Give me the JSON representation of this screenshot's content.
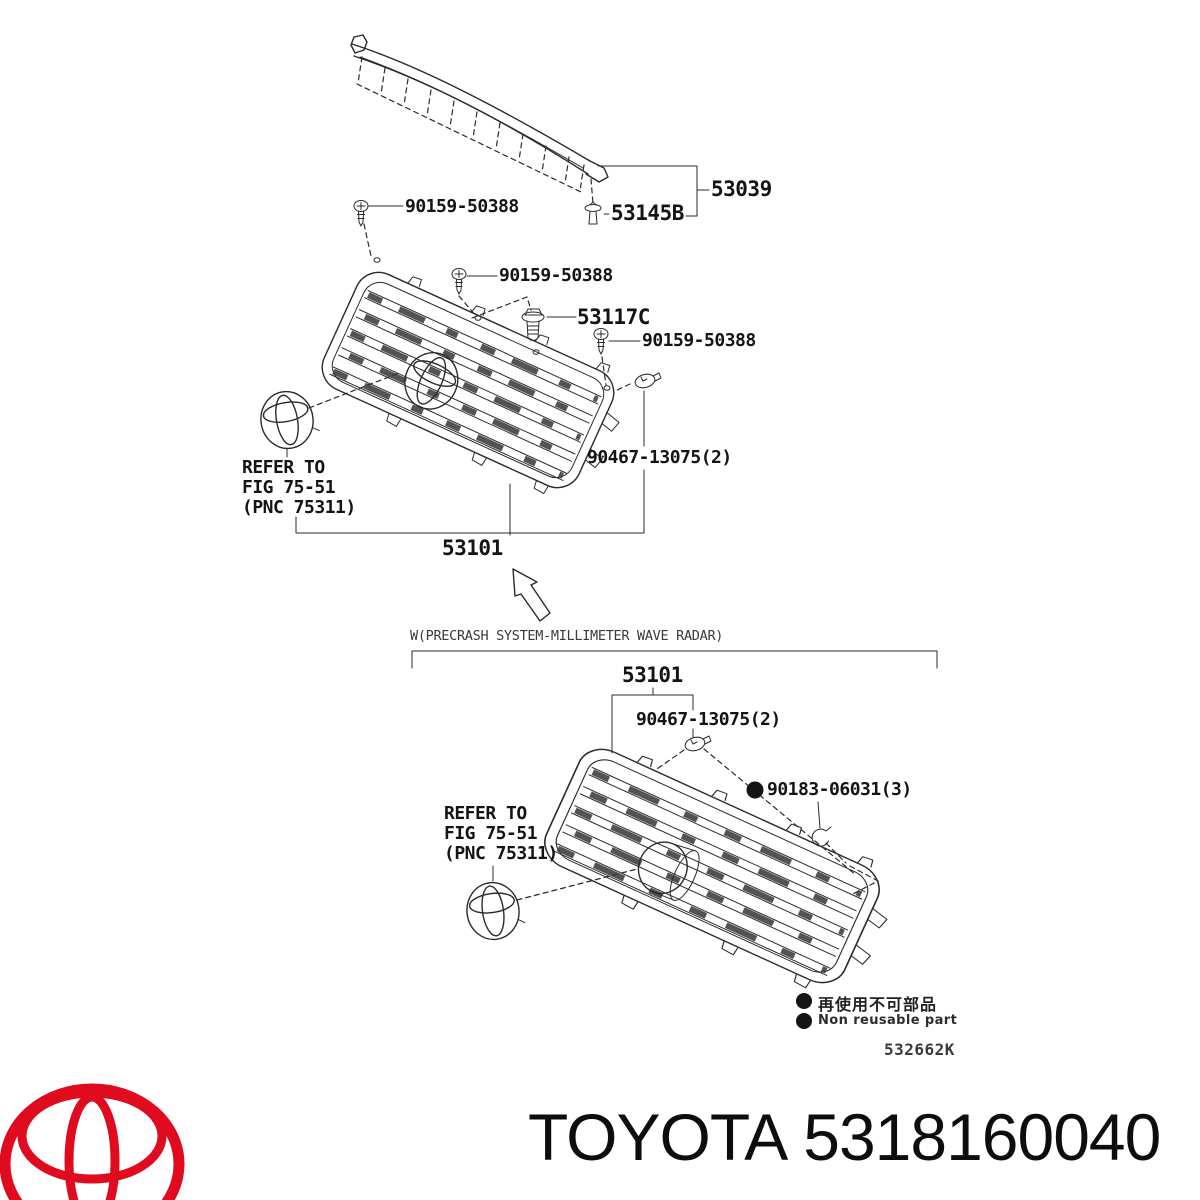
{
  "doc": {
    "brand": "TOYOTA",
    "part_number": "5318160040",
    "diagram_code": "532662K"
  },
  "section_top": {
    "screw_label": "90159-50388",
    "clip_label": "53145B",
    "assembly_label": "53039"
  },
  "grille_standard": {
    "screw_top_label": "90159-50388",
    "bolt_label": "53117C",
    "screw_right_label": "90159-50388",
    "clip_label": "90467-13075(2)",
    "part_label": "53101",
    "refer_note": "REFER TO\nFIG 75-51\n(PNC 75311)"
  },
  "section_radar": {
    "header": "W(PRECRASH SYSTEM-MILLIMETER WAVE RADAR)",
    "part_label": "53101",
    "clip_label": "90467-13075(2)",
    "grommet_label": "90183-06031(3)",
    "refer_note": "REFER TO\nFIG 75-51\n(PNC 75311)"
  },
  "legend": {
    "jp": "再使用不可部品",
    "en": "Non  reusable part"
  },
  "colors": {
    "line": "#2b2b2b",
    "text": "#141414",
    "toyota_red": "#e00b1e"
  }
}
